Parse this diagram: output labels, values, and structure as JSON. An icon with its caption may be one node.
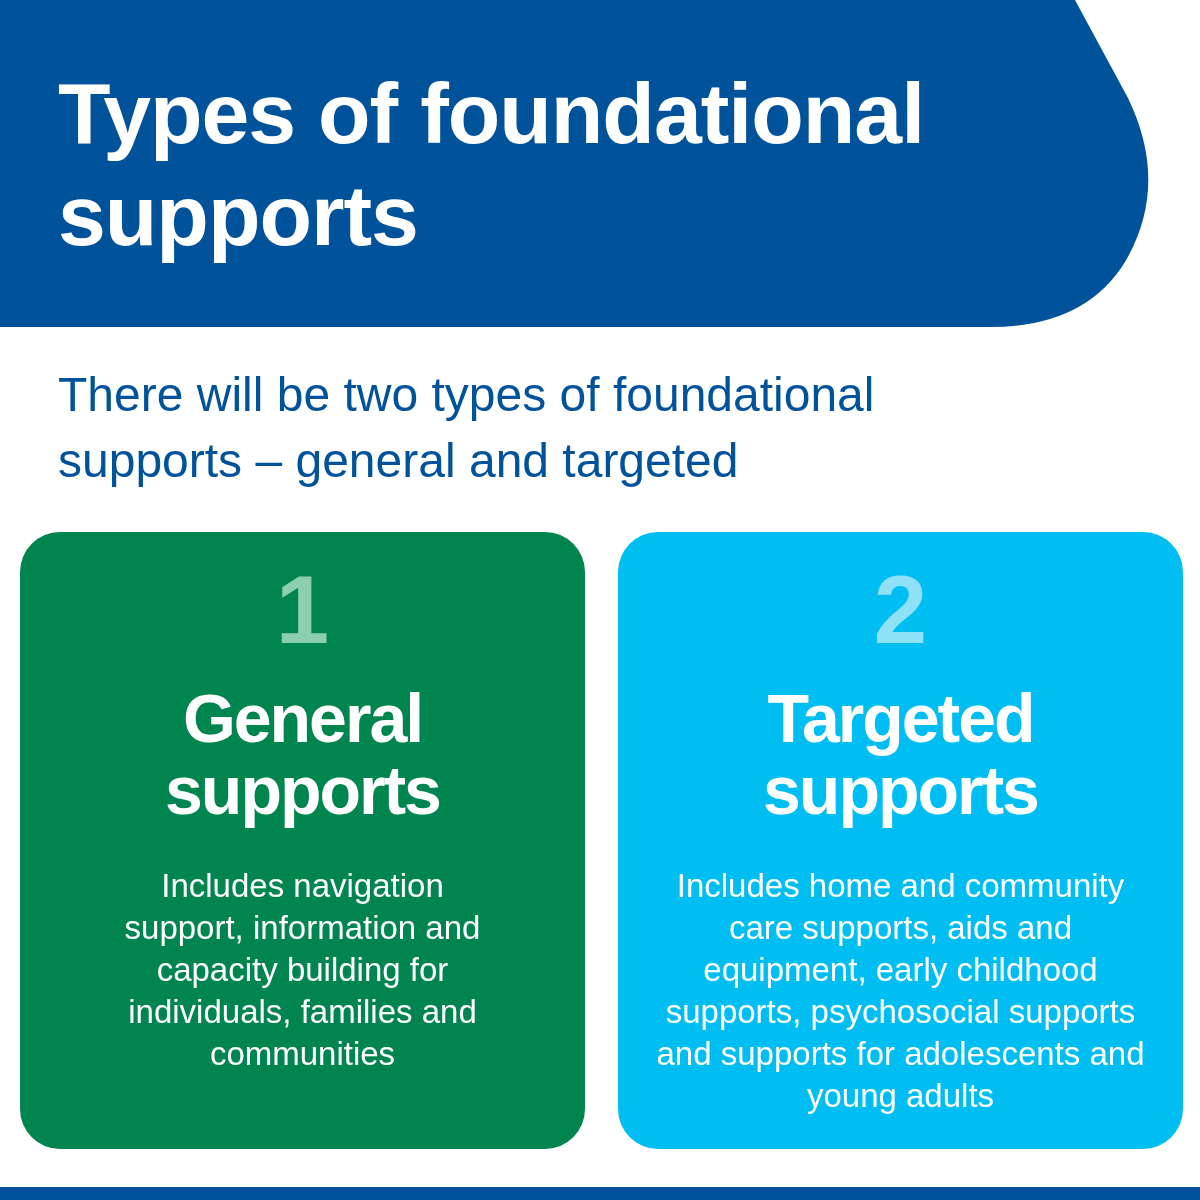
{
  "diagram": {
    "title": "Types of foundational supports",
    "nodes": [
      {
        "text": [
          "1",
          "General supports",
          "Includes navigation support, information and capacity building for individuals, families and communities"
        ]
      },
      {
        "text": [
          "2",
          "Targeted supports",
          "Includes home and community care supports, aids and equipment, early childhood supports, psychosocial supports and supports for adolescents and young adults"
        ]
      }
    ],
    "labels": [
      "There will be two types of foundational supports – general and targeted"
    ]
  }
}
